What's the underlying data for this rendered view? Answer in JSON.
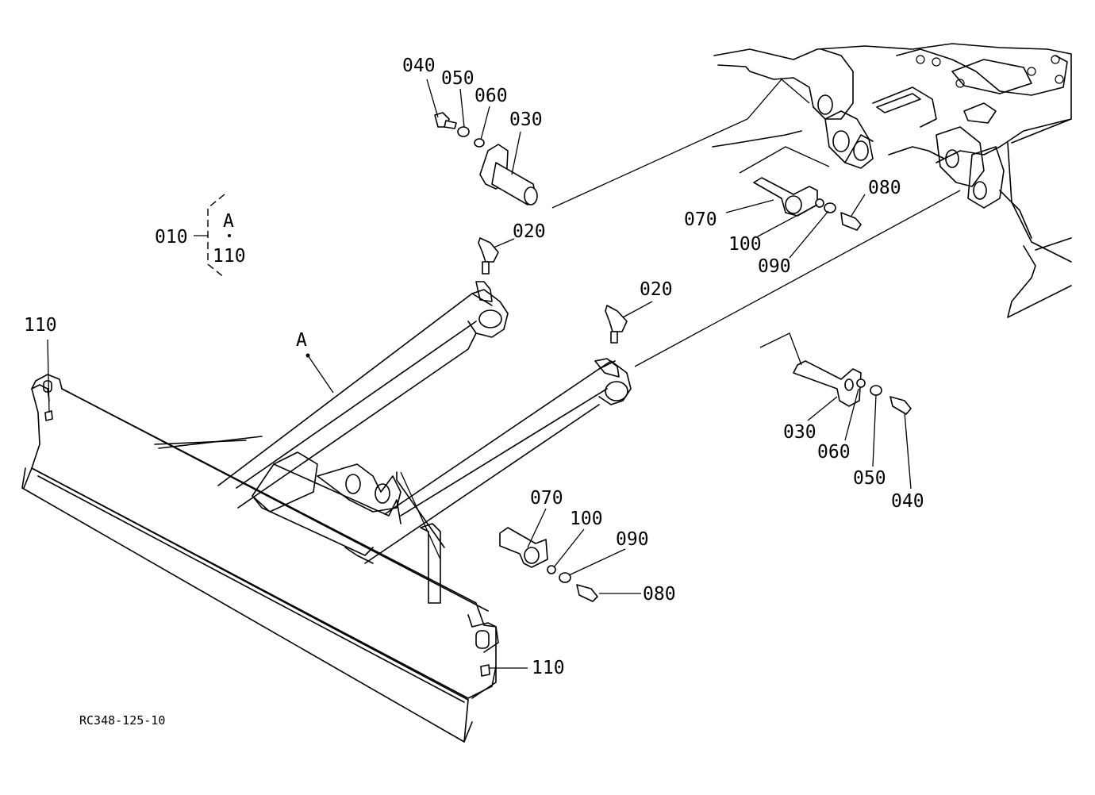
{
  "diagram": {
    "code": "RC348-125-10",
    "assembly": {
      "number": "010",
      "top": "A",
      "bottom": "110"
    },
    "callouts": {
      "c040a": "040",
      "c050a": "050",
      "c060a": "060",
      "c030a": "030",
      "c020a": "020",
      "c020b": "020",
      "c070a": "070",
      "c100a": "100",
      "c090a": "090",
      "c080a": "080",
      "c030b": "030",
      "c060b": "060",
      "c050b": "050",
      "c040b": "040",
      "c070b": "070",
      "c100b": "100",
      "c090b": "090",
      "c080b": "080",
      "c110a": "110",
      "c110b": "110",
      "cA": "A"
    }
  }
}
